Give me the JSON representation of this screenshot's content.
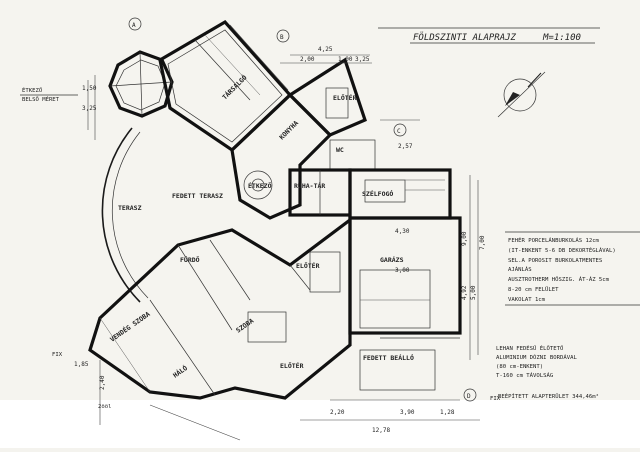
{
  "title": "FÖLDSZINTI ALAPRAJZ",
  "scale": "M=1:100",
  "rooms": [
    {
      "id": "tarsalgo",
      "name": "TÁRSALGÓ"
    },
    {
      "id": "etkezo",
      "name": "ÉTKEZŐ"
    },
    {
      "id": "konyha",
      "name": "KONYHA"
    },
    {
      "id": "eloter_top",
      "name": "ELŐTÉR"
    },
    {
      "id": "wc",
      "name": "WC"
    },
    {
      "id": "ruhatar",
      "name": "RUHA-TÁR"
    },
    {
      "id": "eloter_mid",
      "name": "ELŐTÉR"
    },
    {
      "id": "szelozo",
      "name": "SZÉLFOGÓ"
    },
    {
      "id": "fedett_terasz",
      "name": "FEDETT TERASZ"
    },
    {
      "id": "terasz",
      "name": "TERASZ"
    },
    {
      "id": "vendeg_szoba",
      "name": "VENDÉG SZOBA"
    },
    {
      "id": "furdo",
      "name": "FÜRDŐ"
    },
    {
      "id": "haloszoba",
      "name": "HÁLÓ"
    },
    {
      "id": "szoba",
      "name": "SZOBA"
    },
    {
      "id": "garazs",
      "name": "GARÁZS"
    },
    {
      "id": "fedett_beallo",
      "name": "FEDETT BEÁLLÓ"
    },
    {
      "id": "eloter_low",
      "name": "ELŐTÉR"
    }
  ],
  "dimensions": [
    "4,25",
    "2,00",
    "1,00",
    "3,25",
    "2,57",
    "7,00",
    "3,00",
    "9,00",
    "5,00",
    "1,50",
    "3,25",
    "4,30",
    "4,92",
    "3,90",
    "2,20",
    "1,28",
    "12,78",
    "2,40",
    "1,85"
  ],
  "side_labels": {
    "left_top": "ÉTKEZŐ",
    "left_top2": "BELSŐ MÉRET",
    "fix_left": "FIX",
    "fix_right": "FIX"
  },
  "legend": [
    "FEHÉR PORCELÁNBURKOLÁS 12cm",
    "(IT-ENKENT 5-6 DB DEKORTÉGLÁVAL)",
    "SEL.A POROSIT BURKOLATMENTES",
    "AJÁNLÁS",
    "AUSZTROTHERM HŐSZIG. ÁT-ÁZ 5cm",
    "8-20 cm FELÜLET",
    "VAKOLAT 1cm"
  ],
  "roof_note": [
    "LEHAN FEDÉSŰ ÉLŐTETŐ",
    "ALUMINIUM DÓZNI BORDÁVAL",
    "(80 cm-ENKENT)",
    "T-160 cm TÁVOLSÁG"
  ],
  "area_note": "BEÉPÍTETT ALAPTERÜLET 344,46m²",
  "page_mark": "2ööl",
  "letters": [
    "A",
    "B",
    "C",
    "D"
  ]
}
